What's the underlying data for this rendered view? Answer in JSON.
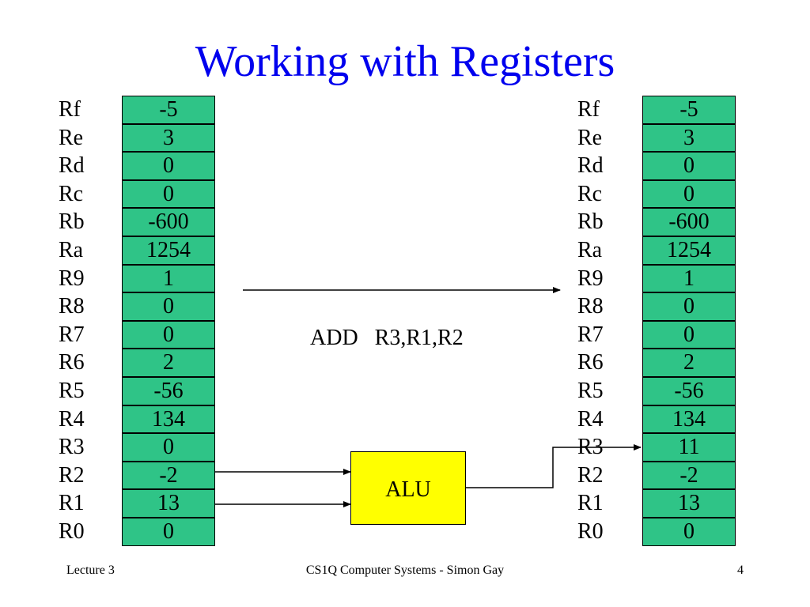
{
  "title": "Working with Registers",
  "register_names": [
    "Rf",
    "Re",
    "Rd",
    "Rc",
    "Rb",
    "Ra",
    "R9",
    "R8",
    "R7",
    "R6",
    "R5",
    "R4",
    "R3",
    "R2",
    "R1",
    "R0"
  ],
  "before_values": [
    "-5",
    "3",
    "0",
    "0",
    "-600",
    "1254",
    "1",
    "0",
    "0",
    "2",
    "-56",
    "134",
    "0",
    "-2",
    "13",
    "0"
  ],
  "after_values": [
    "-5",
    "3",
    "0",
    "0",
    "-600",
    "1254",
    "1",
    "0",
    "0",
    "2",
    "-56",
    "134",
    "11",
    "-2",
    "13",
    "0"
  ],
  "instruction": "ADD   R3,R1,R2",
  "alu_label": "ALU",
  "footer": {
    "left": "Lecture 3",
    "center": "CS1Q Computer Systems - Simon Gay",
    "page": "4"
  },
  "colors": {
    "title": "#0000ee",
    "register_fill": "#2fc487",
    "alu_fill": "#ffff00"
  }
}
